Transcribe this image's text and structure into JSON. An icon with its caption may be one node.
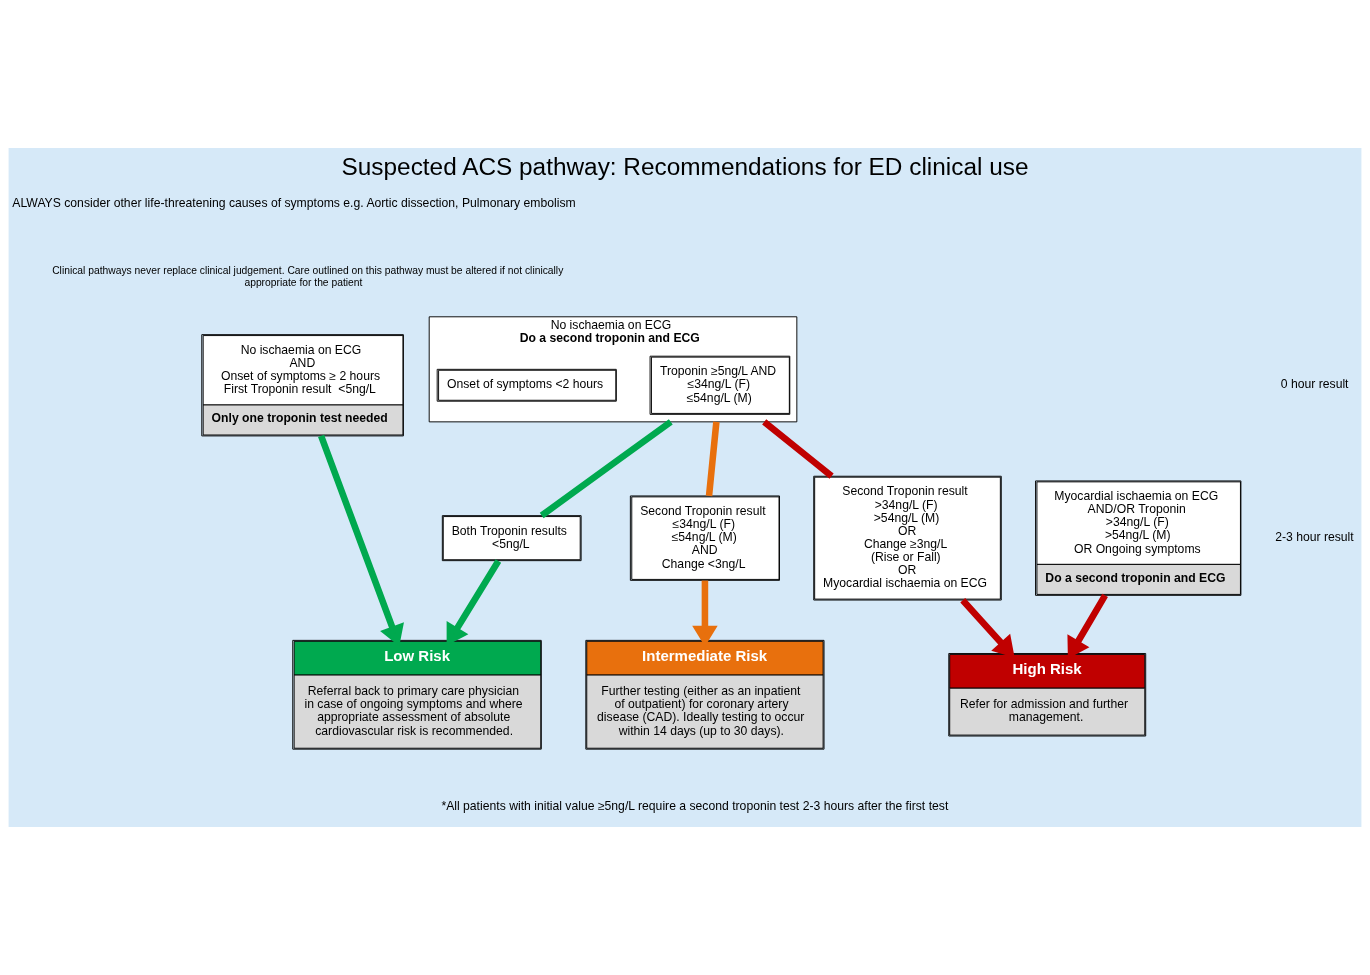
{
  "diagram": {
    "title": "Suspected ACS pathway: Recommendations for ED clinical use",
    "nodes": [
      {
        "text": [
          "No ischaemia on ECG",
          "AND",
          "Onset of symptoms ≥ 2 hours",
          "First Troponin result  <5ng/L",
          "Only one troponin test needed"
        ]
      },
      {
        "text": [
          "No ischaemia on ECG",
          "Do a second troponin and ECG"
        ]
      },
      {
        "text": [
          "Onset of symptoms <2 hours"
        ],
        "in": 1
      },
      {
        "text": [
          "Troponin ≥5ng/L AND",
          "≤34ng/L (F)",
          "≤54ng/L (M)"
        ],
        "in": 1
      },
      {
        "text": [
          "Myocardial ischaemia on ECG",
          "AND/OR Troponin",
          ">34ng/L (F)",
          ">54ng/L (M)",
          "OR Ongoing symptoms",
          "Do a second troponin and ECG"
        ]
      },
      {
        "text": [
          "Both Troponin results",
          "<5ng/L"
        ]
      },
      {
        "text": [
          "Second Troponin result",
          "≤34ng/L (F)",
          "≤54ng/L (M)",
          "AND",
          "Change <3ng/L"
        ]
      },
      {
        "text": [
          "Second Troponin result",
          ">34ng/L (F)",
          ">54ng/L (M)",
          "OR",
          "Change ≥3ng/L",
          "(Rise or Fall)",
          "OR",
          "Myocardial ischaemia on ECG"
        ]
      },
      {
        "text": [
          "Low Risk",
          "Referral back to primary care physician in case of ongoing symptoms and where appropriate assessment of absolute cardiovascular risk is recommended."
        ]
      },
      {
        "text": [
          "Intermediate Risk",
          "Further testing (either as an inpatient of outpatient) for coronary artery disease (CAD). Ideally testing to occur within 14 days (up to 30 days)."
        ]
      },
      {
        "text": [
          "High Risk",
          "Refer for admission and further management."
        ]
      }
    ],
    "edges": [
      {
        "from": 0,
        "to": 8,
        "arrow": "to",
        "color": "#00a94f"
      },
      {
        "from": 1,
        "to": 5,
        "arrow": "none",
        "color": "#00a94f"
      },
      {
        "from": 5,
        "to": 8,
        "arrow": "to",
        "color": "#00a94f"
      },
      {
        "from": 1,
        "to": 6,
        "arrow": "none",
        "color": "#e8700d"
      },
      {
        "from": 6,
        "to": 9,
        "arrow": "to",
        "color": "#e8700d"
      },
      {
        "from": 1,
        "to": 7,
        "arrow": "none",
        "color": "#c00000"
      },
      {
        "from": 7,
        "to": 10,
        "arrow": "to",
        "color": "#c00000"
      },
      {
        "from": 4,
        "to": 10,
        "arrow": "to",
        "color": "#c00000"
      }
    ],
    "labels": [
      "ALWAYS consider other life-threatening causes of symptoms e.g. Aortic dissection, Pulmonary embolism",
      "Clinical pathways never replace clinical judgement. Care outlined on this pathway must be altered if not clinically appropriate for the patient",
      "0 hour result",
      "2-3 hour result",
      "*All patients with initial value ≥5ng/L require a second troponin test 2-3 hours after the first test"
    ]
  }
}
